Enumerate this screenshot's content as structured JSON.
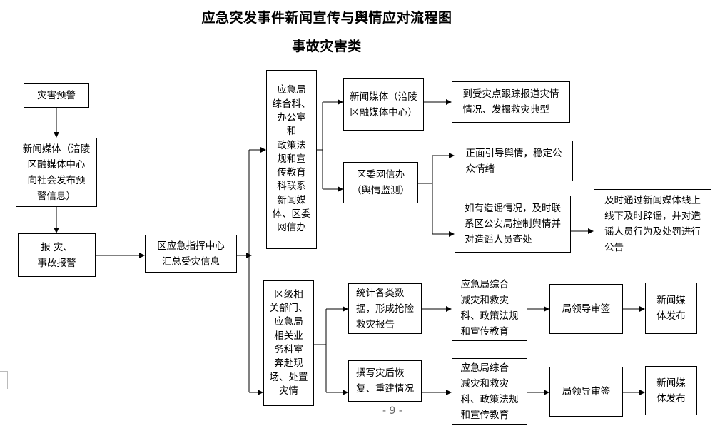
{
  "title": "应急突发事件新闻宣传与舆情应对流程图",
  "subtitle": "事故灾害类",
  "nodes": {
    "warning": "灾害预警",
    "media_warning": "新闻媒体（涪陵\n区融媒体中心\n向社会发布预\n警信息）",
    "report": "报  灾、\n事故报警",
    "command_center": "区应急指挥中心\n汇总受灾信息",
    "bureau_offices": "应急局\n综合科、\n办公室\n和\n政策法\n规和宣\n传教育\n科联系\n新闻媒\n体、区委\n网信办",
    "media_fuling": "新闻媒体（涪陵\n区融媒体中心）",
    "report_scene": "到受灾点跟踪报道灾情\n情况、发掘救灾典型",
    "cyber_office": "区委网信办\n（舆情监测）",
    "guide_opinion": "正面引导舆情，稳定公\n众情绪",
    "rumor_control": "如有造谣情况，及时联\n系区公安局控制舆情并\n对造谣人员查处",
    "refute_rumor": "及时通过新闻媒体线上\n线下及时辟谣，并对造\n谣人员行为及处罚进行\n公告",
    "departments": "区级相\n关部门、\n应急局\n相关业\n务科室\n奔赴现\n场、处置\n灾情",
    "stats_report": "统计各类数\n据，形成抢险\n救灾报告",
    "recovery_report": "撰写灾后恢\n复、重建情况",
    "bureau_dept_1": "应急局综合\n减灾和救灾\n科、政策法规\n和宣传教育",
    "bureau_dept_2": "应急局综合\n减灾和救灾\n科、政策法规\n和宣传教育",
    "leader_sign_1": "局领导审签",
    "leader_sign_2": "局领导审签",
    "news_release_1": "新闻媒\n体发布",
    "news_release_2": "新闻媒\n体发布"
  },
  "page_number": "- 9 -"
}
